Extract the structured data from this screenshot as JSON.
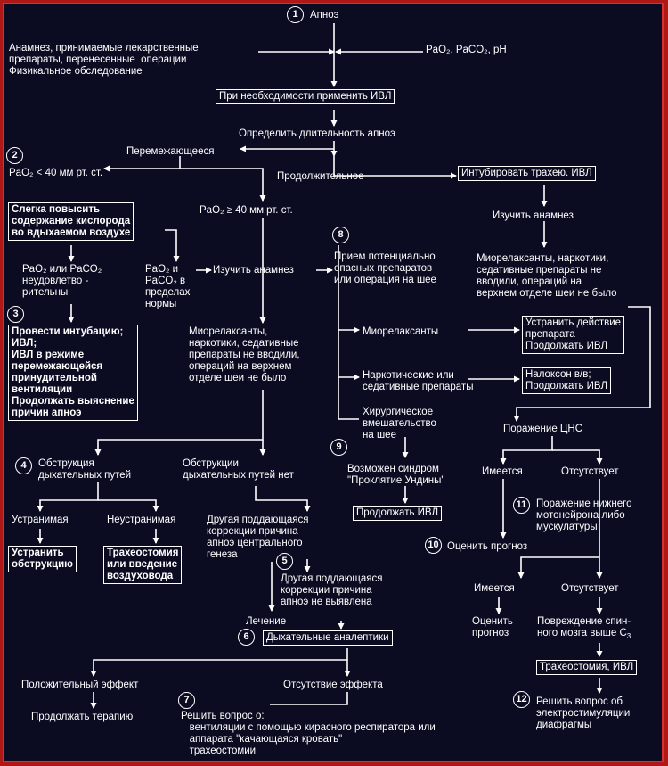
{
  "colors": {
    "background": "#0b0c22",
    "foreground": "#ffffff",
    "frame": "#d83030"
  },
  "nodes": {
    "apnea": "Апноэ",
    "history_left": "Анамнез, принимаемые лекарственные\nпрепараты, перенесенные  операции\nФизикальное обследование",
    "blood_gases": "PaO₂, PaCO₂, pH",
    "ventilate_if_needed": "При необходимости применить ИВЛ",
    "determine_duration": "Определить длительность апноэ",
    "intermittent": "Перемежающееся",
    "prolonged": "Продолжительное",
    "intubate": "Интубировать трахею. ИВЛ",
    "pao2_low": "PaO₂ < 40 мм рт. ст.",
    "pao2_high": "PaO₂ ≥ 40 мм рт. ст.",
    "raise_oxygen": "Слегка повысить\nсодержание кислорода\nво вдыхаемом воздухе",
    "gases_unsatisfactory": "PaO₂ или PaCO₂\nнеудовлетво -\nрительны",
    "gases_normal": "PaO₂ и\nPaCO₂ в\nпределах\nнормы",
    "study_history_mid": "Изучить анамнез",
    "intubation_box": "Провести интубацию;\nИВЛ;\nИВЛ в режиме\nперемежающейся\nпринудительной\nвентиляции\nПродолжать выяснение\nпричин апноэ",
    "no_drugs_mid": "Миорелаксанты,\nнаркотики, седативные\nпрепараты не вводили,\nопераций на верхнем\nотделе шеи не было",
    "study_history_right": "Изучить анамнез",
    "dangerous_drugs": "Прием потенциально\nопасных препаратов\nили операция на шее",
    "no_drugs_right": "Миорелаксанты, наркотики,\nседативные препараты не\nвводили, операций на\nверхнем отделе шеи не было",
    "muscle_relaxants": "Миорелаксанты",
    "stop_relaxant": "Устранить действие\nпрепарата\nПродолжать ИВЛ",
    "narcotics": "Наркотические или\nседативные препараты",
    "naloxone": "Налоксон в/в;\nПродолжать ИВЛ",
    "surgery": "Хирургическое\nвмешательство\nна шее",
    "ondine": "Возможен синдром\n\"Проклятие Ундины\"",
    "continue_ventilation": "Продолжать ИВЛ",
    "cns_lesion": "Поражение ЦНС",
    "present_a": "Имеется",
    "absent_a": "Отсутствует",
    "lower_motor": "Поражение нижнего\nмотонейрона либо\nмускулатуры",
    "assess_prognosis_a": "Оценить прогноз",
    "present_b": "Имеется",
    "absent_b": "Отсутствует",
    "assess_prognosis_b": "Оценить\nпрогноз",
    "spinal_injury": "Повреждение спин-\nного мозга выше C",
    "spinal_sub": "3",
    "tracheostomy_box": "Трахеостомия, ИВЛ",
    "diaphragm": "Решить вопрос об\nэлектростимуляции\nдиафрагмы",
    "obstruction": "Обструкция\nдыхательных путей",
    "no_obstruction": "Обструкции\nдыхательных путей нет",
    "removable": "Устранимая",
    "irremovable": "Неустранимая",
    "remove_obstruction": "Устранить\nобструкцию",
    "tracheostomy_airway": "Трахеостомия\nили введение\nвоздуховода",
    "central_cause": "Другая поддающаяся\nкоррекции причина\nапноэ центрального\nгенеза",
    "no_other_cause": "Другая поддающаяся\nкоррекции причина\nапноэ не выявлена",
    "treatment": "Лечение",
    "analeptics": "Дыхательные аналептики",
    "positive": "Положительный эффект",
    "no_effect": "Отсутствие эффекта",
    "continue_therapy": "Продолжать терапию",
    "decide_ventilation": "Решить вопрос о:\n   вентиляции с помощью кирасного респиратора или\n   аппарата \"качающаяся кровать\"\n   трахеостомии"
  },
  "steps": [
    "1",
    "2",
    "3",
    "4",
    "5",
    "6",
    "7",
    "8",
    "9",
    "10",
    "11",
    "12"
  ]
}
